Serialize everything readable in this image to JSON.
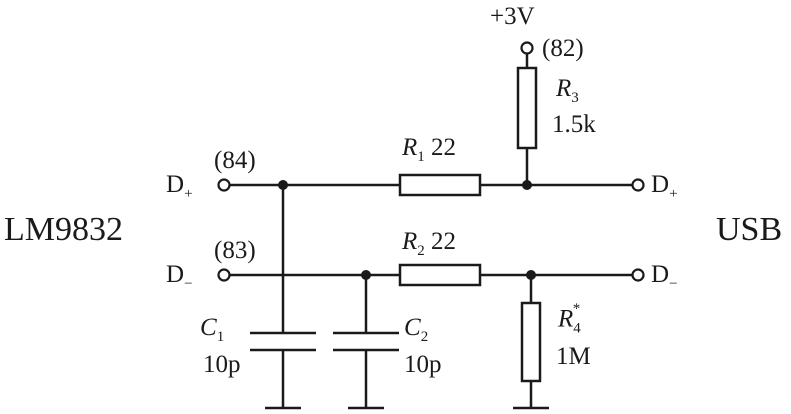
{
  "diagram": {
    "left_chip": "LM9832",
    "right_port": "USB",
    "supply": "+3V",
    "pins": {
      "p82": "(82)",
      "p84": "(84)",
      "p83": "(83)"
    },
    "signals": {
      "d_plus": "D",
      "d_plus_sub": "+",
      "d_minus": "D",
      "d_minus_sub": "−"
    },
    "components": {
      "r1": {
        "name": "R",
        "index": "1",
        "value": "22"
      },
      "r2": {
        "name": "R",
        "index": "2",
        "value": "22"
      },
      "r3": {
        "name": "R",
        "index": "3",
        "value": "1.5k"
      },
      "r4": {
        "name": "R",
        "index": "4",
        "mark": "*",
        "value": "1M"
      },
      "c1": {
        "name": "C",
        "index": "1",
        "value": "10p"
      },
      "c2": {
        "name": "C",
        "index": "2",
        "value": "10p"
      }
    }
  }
}
